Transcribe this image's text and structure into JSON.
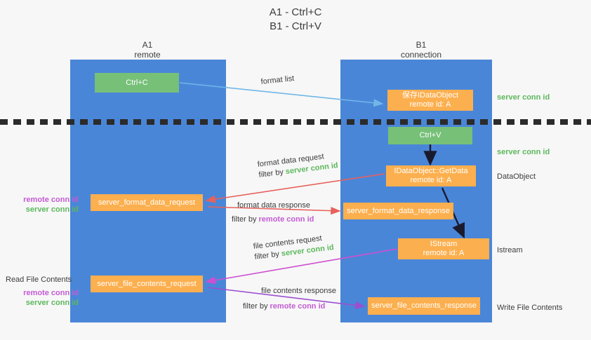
{
  "title": {
    "line1": "A1 - Ctrl+C",
    "line2": "B1 - Ctrl+V"
  },
  "lanes": [
    {
      "id": "a1",
      "name": "A1",
      "sub": "remote"
    },
    {
      "id": "b1",
      "name": "B1",
      "sub": "connection"
    }
  ],
  "boxes": {
    "ctrl_c": "Ctrl+C",
    "keep_idataobject_l1": "保存IDataObject",
    "keep_idataobject_l2": "remote id: A",
    "ctrl_v": "Ctrl+V",
    "getdata_l1": "IDataObject::GetData",
    "getdata_l2": "remote id: A",
    "format_data_request": "server_format_data_request",
    "format_data_response": "server_format_data_response",
    "istream_l1": "IStream",
    "istream_l2": "remote id: A",
    "file_contents_request": "server_file_contents_request",
    "file_contents_response": "server_file_contents_response"
  },
  "edge_labels": {
    "format_list": "format list",
    "format_data_request": "format data request",
    "format_data_request_filter_pre": "filter by ",
    "format_data_request_filter_id": "server conn id",
    "format_data_response": "format data response",
    "format_data_response_filter_pre": "filter by ",
    "format_data_response_filter_id": "remote conn id",
    "file_contents_request": "file contents request",
    "file_contents_request_filter_pre": "filter by ",
    "file_contents_request_filter_id": "server conn id",
    "file_contents_response": "file contents response",
    "file_contents_response_filter_pre": "filter by ",
    "file_contents_response_filter_id": "remote conn id"
  },
  "annotations": {
    "right_server_conn_id_top": "server conn id",
    "right_server_conn_id_mid": "server conn id",
    "right_dataobject": "DataObject",
    "right_istream": "Istream",
    "right_write_file_contents": "Write File Contents",
    "left_remote_conn_id_1": "remote conn id",
    "left_server_conn_id_1": "server conn id",
    "left_read_file_contents": "Read File Contents",
    "left_remote_conn_id_2": "remote conn id",
    "left_server_conn_id_2": "server conn id"
  },
  "colors": {
    "lane": "#4a86d8",
    "green_box": "#77c078",
    "orange_box": "#fcaf4e",
    "server_conn_id": "#5cb85c",
    "remote_conn_id": "#c45bd4",
    "arrow_light_blue": "#6fb7e8",
    "arrow_red": "#e8615c",
    "arrow_magenta": "#cf4fd0",
    "arrow_purple": "#9b4fd0",
    "arrow_dark": "#1a1a2e",
    "background": "#f7f7f7"
  }
}
